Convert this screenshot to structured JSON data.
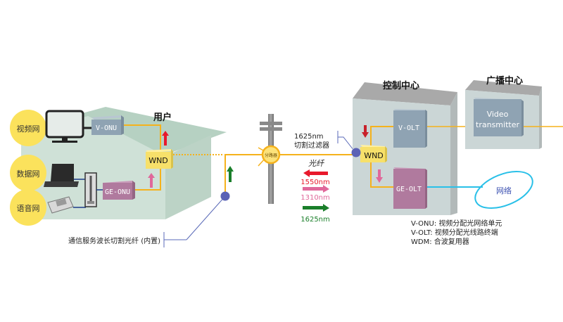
{
  "user_side": {
    "title": "用户",
    "networks": [
      {
        "label": "视频网"
      },
      {
        "label": "数据网"
      },
      {
        "label": "语音网"
      }
    ],
    "v_onu_label": "V-ONU",
    "ge_onu_label": "GE-ONU",
    "wnd_label": "WND"
  },
  "pole": {
    "splitter_label": "分路器",
    "filter_label_line1": "1625nm",
    "filter_label_line2": "切割过滤器"
  },
  "fiber_legend": {
    "title": "光纤",
    "items": [
      {
        "label": "1550nm",
        "direction": "left",
        "color": "#e8192c"
      },
      {
        "label": "1310nm",
        "direction": "right",
        "color": "#e0689a"
      },
      {
        "label": "1625nm",
        "direction": "right",
        "color": "#1a7f2a"
      }
    ]
  },
  "control_center": {
    "title": "控制中心",
    "v_olt_label": "V-OLT",
    "ge_olt_label": "GE-OLT",
    "wnd_label": "WND"
  },
  "broadcast_center": {
    "title": "广播中心",
    "transmitter_line1": "Video",
    "transmitter_line2": "transmitter"
  },
  "network_cloud": {
    "label": "网络"
  },
  "builtin_fiber_label": "通信服务波长切割光纤 (内置)",
  "glossary": [
    "V-ONU: 视频分配光网络单元",
    "V-OLT: 视频分配光线路终端",
    "WDM: 合波复用器"
  ],
  "colors": {
    "fiber": "#f5b21c",
    "wnd": "#f7e06a",
    "v_box": "#8fa3b3",
    "ge_box": "#b07a9e",
    "house": "#c9ddd2",
    "network_ring": "#29c0e8",
    "filter_line": "#5a6ab8",
    "junction": "#5b62b5"
  }
}
